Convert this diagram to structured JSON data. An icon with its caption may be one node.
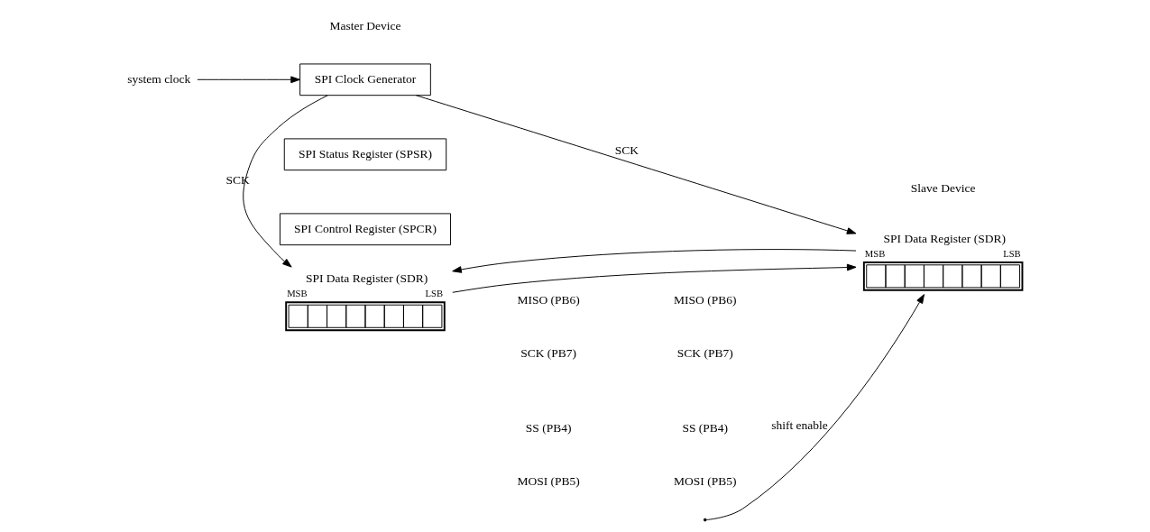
{
  "diagram": {
    "nodes": [
      {
        "text": [
          "SPI Data Register (SDR)"
        ],
        "beside": [
          "MSB",
          "LSB"
        ]
      },
      {
        "text": [
          "SPI Clock Generator"
        ]
      },
      {
        "text": [
          "SPI Status Register (SPSR)"
        ]
      },
      {
        "text": [
          "SPI Control Register (SPCR)"
        ]
      },
      {
        "text": [
          "SPI Data Register (SDR)"
        ],
        "beside": [
          "MSB",
          "LSB"
        ]
      },
      {
        "text": [
          "system clock"
        ]
      }
    ],
    "edges": [
      {
        "from": 4,
        "to": 0,
        "arrow": "to"
      },
      {
        "from": 0,
        "to": 4,
        "arrow": "to"
      },
      {
        "from": 1,
        "to": 0,
        "label": "SCK",
        "arrow": "to"
      },
      {
        "from": 5,
        "to": 1,
        "arrow": "to"
      },
      {
        "from": 1,
        "to": 4,
        "label": "SCK",
        "arrow": "to"
      },
      {
        "from": null,
        "to": 4,
        "label": "shift enable",
        "arrow": "to"
      }
    ],
    "labels": [
      "Master Device",
      "Slave Device",
      "MISO (PB6)",
      "MISO (PB6)",
      "MOSI (PB5)",
      "MOSI (PB5)",
      "SCK (PB7)",
      "SCK (PB7)",
      "SS (PB4)",
      "SS (PB4)"
    ]
  }
}
